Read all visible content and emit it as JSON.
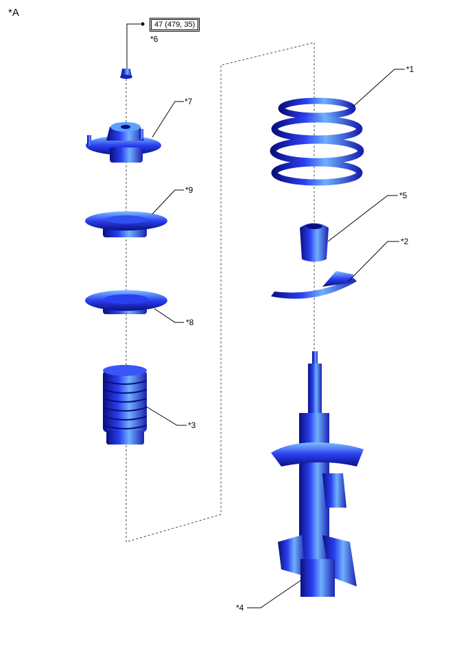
{
  "view_label": "*A",
  "torque_spec": "47 (479, 35)",
  "callouts": {
    "c1": "*1",
    "c2": "*2",
    "c3": "*3",
    "c4": "*4",
    "c5": "*5",
    "c6": "*6",
    "c7": "*7",
    "c8": "*8",
    "c9": "*9"
  },
  "colors": {
    "part": "#2233dd",
    "highlight": "#5aa0ff",
    "dark": "#0a1080"
  }
}
